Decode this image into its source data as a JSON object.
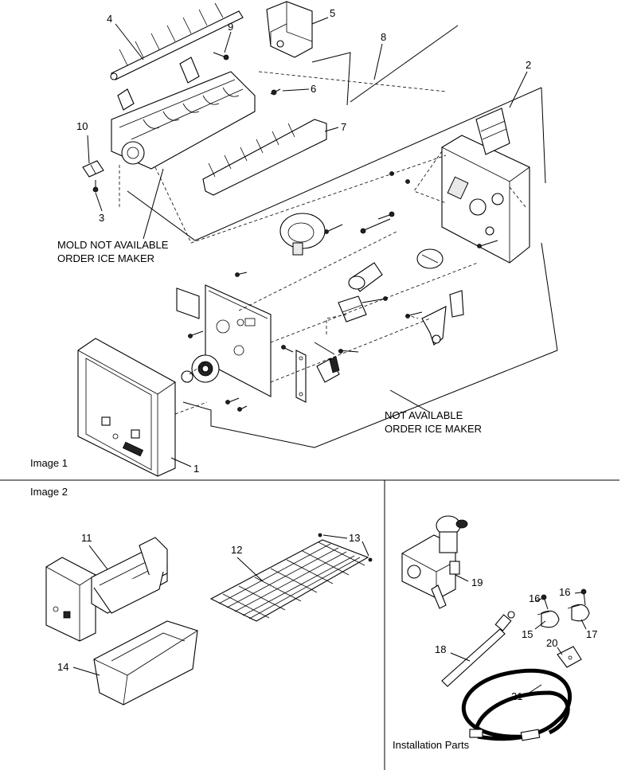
{
  "sections": {
    "image1_label": "Image 1",
    "image2_label": "Image 2",
    "installation_label": "Installation Parts"
  },
  "notes": {
    "mold_line1": "MOLD NOT AVAILABLE",
    "mold_line2": "ORDER ICE MAKER",
    "na_line1": "NOT AVAILABLE",
    "na_line2": "ORDER ICE MAKER"
  },
  "callouts": {
    "c1": "1",
    "c2": "2",
    "c3": "3",
    "c4": "4",
    "c5": "5",
    "c6": "6",
    "c7": "7",
    "c8": "8",
    "c9": "9",
    "c10": "10",
    "c11": "11",
    "c12": "12",
    "c13": "13",
    "c14": "14",
    "c15": "15",
    "c16a": "16",
    "c16b": "16",
    "c17": "17",
    "c18": "18",
    "c19": "19",
    "c20": "20",
    "c21": "21"
  }
}
